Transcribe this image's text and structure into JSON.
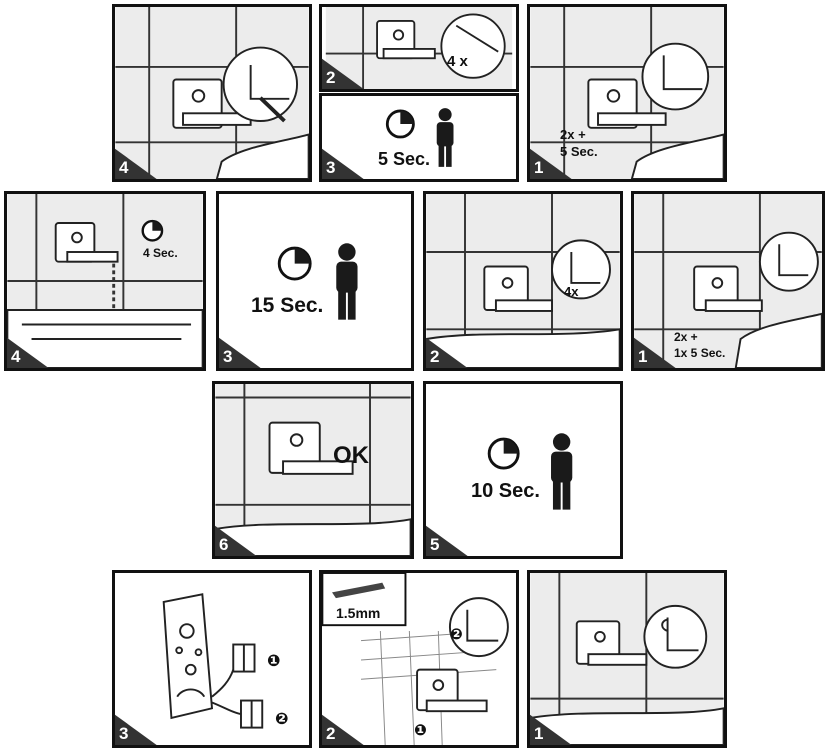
{
  "panels": {
    "r1_4": {
      "step": "4"
    },
    "r1_2": {
      "step": "2",
      "label": "4 x"
    },
    "r1_3": {
      "step": "3",
      "label": "5 Sec."
    },
    "r1_1": {
      "step": "1",
      "label_top": "2x +",
      "label_bottom": "5 Sec."
    },
    "r2_4": {
      "step": "4",
      "label": "4 Sec."
    },
    "r2_3": {
      "step": "3",
      "label": "15 Sec."
    },
    "r2_2": {
      "step": "2",
      "label": "4x"
    },
    "r2_1": {
      "step": "1",
      "label_top": "2x +",
      "label_bottom": "1x 5 Sec."
    },
    "r3_6": {
      "step": "6",
      "label": "OK"
    },
    "r3_5": {
      "step": "5",
      "label": "10 Sec."
    },
    "r4_3": {
      "step": "3",
      "marker1": "❶",
      "marker2": "❷"
    },
    "r4_2": {
      "step": "2",
      "label": "1.5mm",
      "marker1": "❶",
      "marker2": "❷"
    },
    "r4_1": {
      "step": "1"
    }
  },
  "colors": {
    "frame": "#111111",
    "wall": "#ececec",
    "tag": "#333333"
  }
}
